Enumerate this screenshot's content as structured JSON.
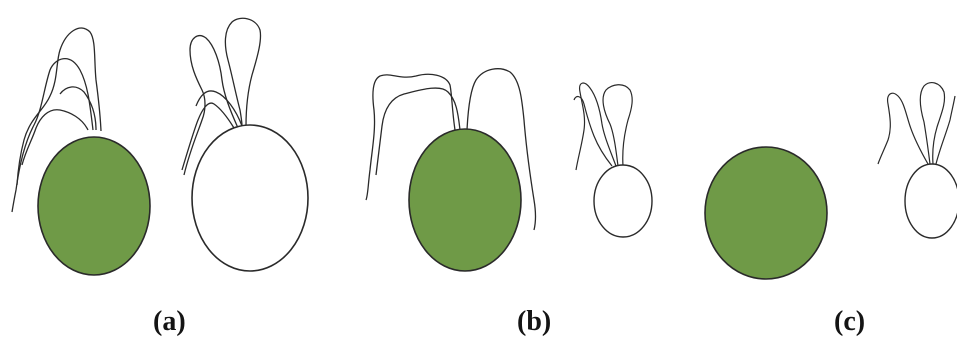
{
  "panels": [
    {
      "label": "(a)"
    },
    {
      "label": "(b)"
    },
    {
      "label": "(c)"
    }
  ],
  "colors": {
    "filled_cell": "#6f9a47",
    "outline": "#2a2a2a",
    "background": "#ffffff"
  }
}
